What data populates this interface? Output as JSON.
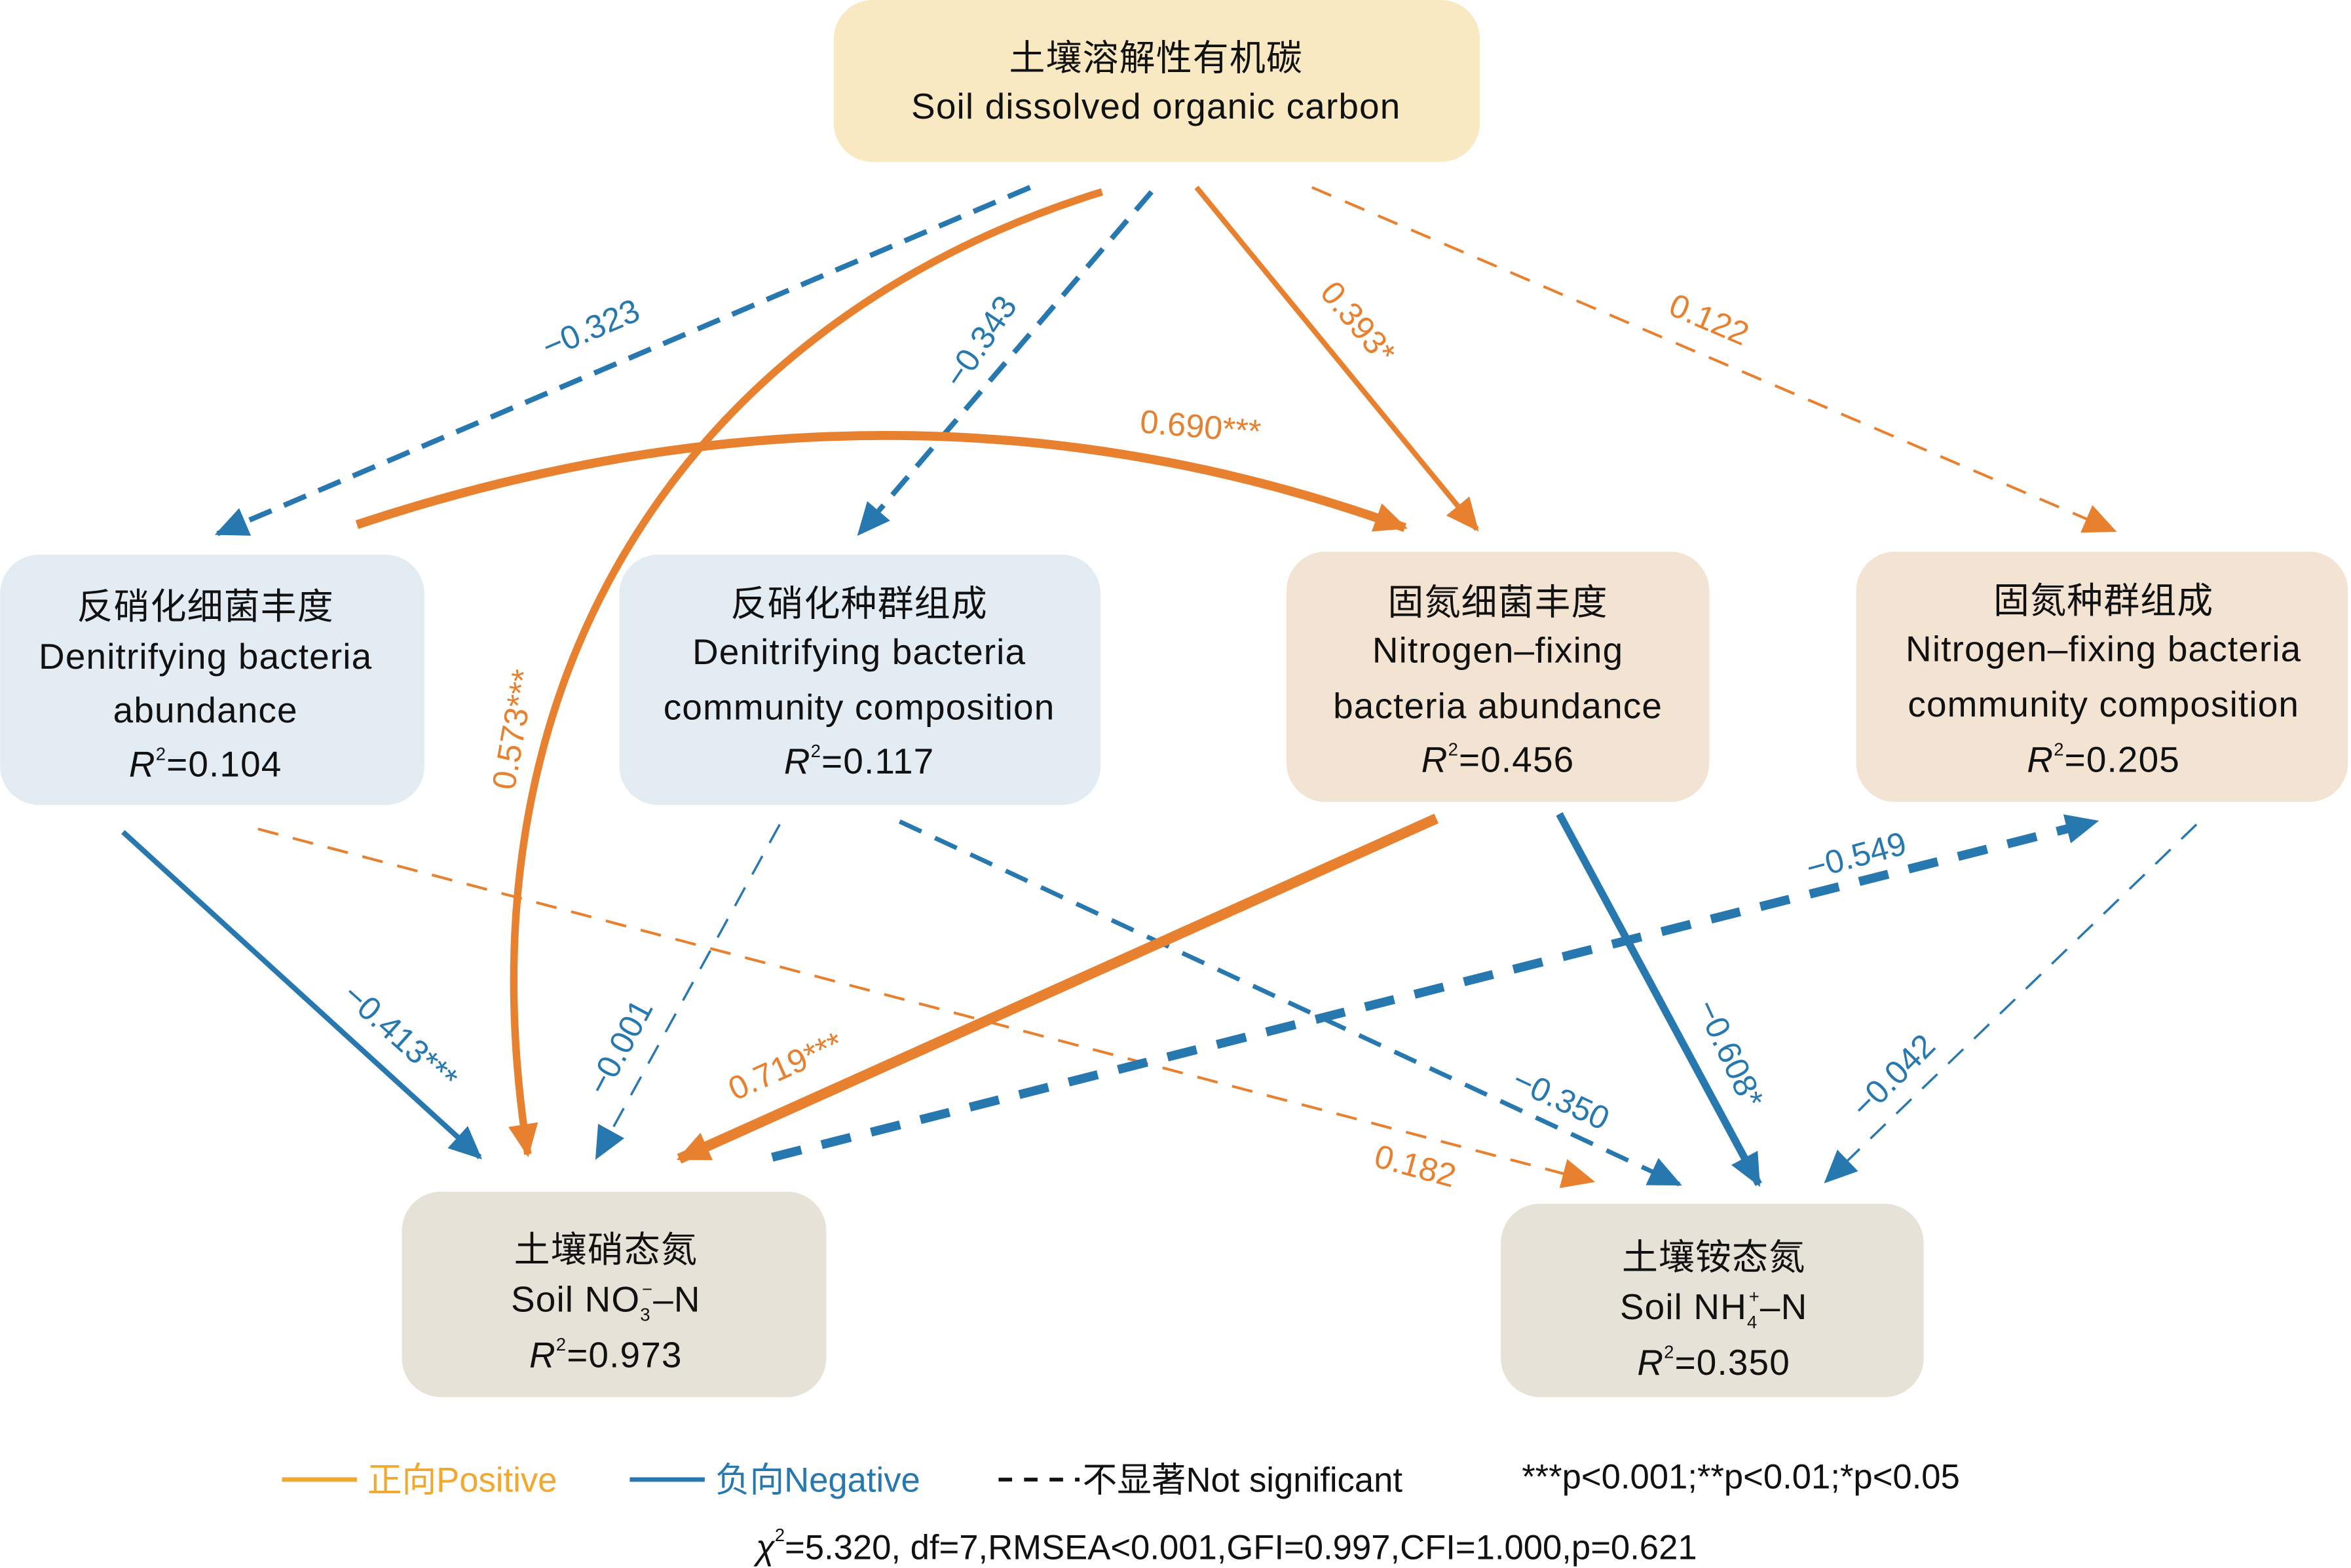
{
  "r_symbol": "R",
  "sq": "2",
  "nodes": {
    "doc": {
      "zh": "土壤溶解性有机碳",
      "en": "Soil dissolved organic carbon"
    },
    "den_abund": {
      "zh": "反硝化细菌丰度",
      "en1": "Denitrifying bacteria",
      "en2": "abundance",
      "r2": "=0.104"
    },
    "den_comp": {
      "zh": "反硝化种群组成",
      "en1": "Denitrifying bacteria",
      "en2": "community composition",
      "r2": "=0.117"
    },
    "nfix_abund": {
      "zh": "固氮细菌丰度",
      "en1": "Nitrogen–fixing",
      "en2": "bacteria abundance",
      "r2": "=0.456"
    },
    "nfix_comp": {
      "zh": "固氮种群组成",
      "en1": "Nitrogen–fixing bacteria",
      "en2": "community composition",
      "r2": "=0.205"
    },
    "no3": {
      "zh": "土壤硝态氮",
      "en_a": "Soil NO",
      "sub": "3",
      "sup": "−",
      "en_b": "–N",
      "r2": "=0.973"
    },
    "nh4": {
      "zh": "土壤铵态氮",
      "en_a": "Soil NH",
      "sub": "4",
      "sup": "+",
      "en_b": "–N",
      "r2": "=0.350"
    }
  },
  "edges": [
    {
      "from": "doc",
      "to": "den_abund",
      "label": "−0.323",
      "sign": "negative",
      "significant": false
    },
    {
      "from": "doc",
      "to": "no3",
      "label": "0.573***",
      "sign": "positive",
      "significant": true
    },
    {
      "from": "doc",
      "to": "den_comp",
      "label": "−0.343",
      "sign": "negative",
      "significant": false
    },
    {
      "from": "doc",
      "to": "nfix_abund",
      "label": "0.393*",
      "sign": "positive",
      "significant": true
    },
    {
      "from": "doc",
      "to": "nfix_comp",
      "label": "0.122",
      "sign": "positive",
      "significant": false
    },
    {
      "from": "den_abund",
      "to": "nfix_abund",
      "label": "0.690***",
      "sign": "positive",
      "significant": true
    },
    {
      "from": "den_abund",
      "to": "no3",
      "label": "−0.413***",
      "sign": "negative",
      "significant": true
    },
    {
      "from": "den_abund",
      "to": "nh4",
      "label": "0.182",
      "sign": "positive",
      "significant": false
    },
    {
      "from": "den_comp",
      "to": "no3",
      "label": "−0.001",
      "sign": "negative",
      "significant": false
    },
    {
      "from": "den_comp",
      "to": "nh4",
      "label": "−0.350",
      "sign": "negative",
      "significant": false
    },
    {
      "from": "nfix_abund",
      "to": "no3",
      "label": "0.719***",
      "sign": "positive",
      "significant": true
    },
    {
      "from": "nfix_abund",
      "to": "nh4",
      "label": "−0.608*",
      "sign": "negative",
      "significant": true
    },
    {
      "from": "no3",
      "to": "nfix_comp",
      "label": "−0.549",
      "sign": "negative",
      "significant": false
    },
    {
      "from": "nfix_comp",
      "to": "nh4",
      "label": "−0.042",
      "sign": "negative",
      "significant": false
    }
  ],
  "legend": {
    "positive": "正向Positive",
    "negative": "负向Negative",
    "ns": "不显著Not significant",
    "sig": "***p<0.001;**p<0.01;*p<0.05"
  },
  "fit": {
    "chi": "χ",
    "chi_sup": "2",
    "rest": "=5.320, df=7,RMSEA<0.001,GFI=0.997,CFI=1.000,p=0.621"
  },
  "colors": {
    "positive": "#E8812F",
    "negative": "#2878B0",
    "legend_positive": "#F0A830"
  }
}
